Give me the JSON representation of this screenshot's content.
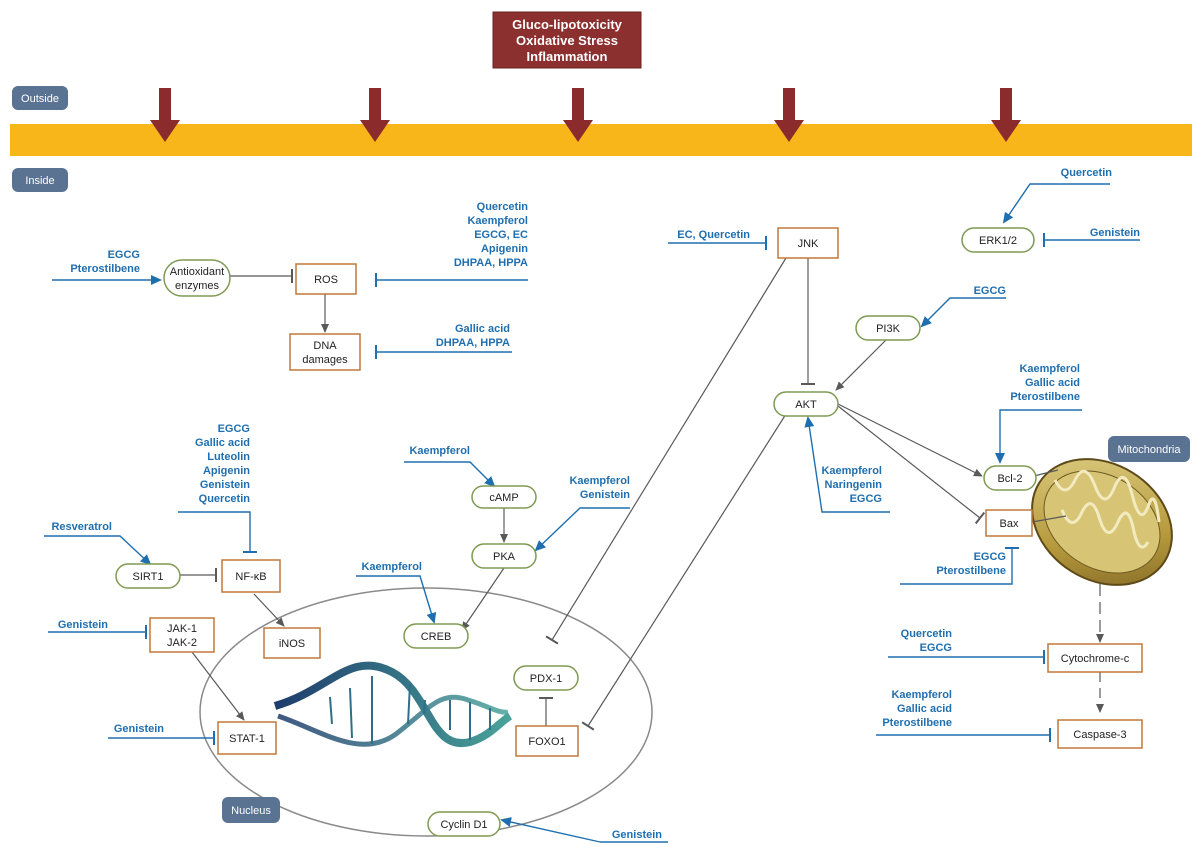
{
  "stress_box": {
    "line1": "Gluco-lipotoxicity",
    "line2": "Oxidative Stress",
    "line3": "Inflammation"
  },
  "labels": {
    "outside": "Outside",
    "inside": "Inside",
    "nucleus": "Nucleus",
    "mitochondria": "Mitochondria"
  },
  "nodes": {
    "antioxidant_1": "Antioxidant",
    "antioxidant_2": "enzymes",
    "ros": "ROS",
    "dna_1": "DNA",
    "dna_2": "damages",
    "jnk": "JNK",
    "erk": "ERK1/2",
    "pi3k": "PI3K",
    "akt": "AKT",
    "bcl2": "Bcl-2",
    "bax": "Bax",
    "camp": "cAMP",
    "pka": "PKA",
    "creb": "CREB",
    "sirt1": "SIRT1",
    "nfkb": "NF-κB",
    "jak_1": "JAK-1",
    "jak_2": "JAK-2",
    "inos": "iNOS",
    "stat1": "STAT-1",
    "pdx1": "PDX-1",
    "foxo1": "FOXO1",
    "cyclind1": "Cyclin D1",
    "cytc": "Cytochrome-c",
    "casp3": "Caspase-3"
  },
  "inhibitors": {
    "egcg_ptero": [
      "EGCG",
      "Pterostilbene"
    ],
    "ros_list": [
      "Quercetin",
      "Kaempferol",
      "EGCG, EC",
      "Apigenin",
      "DHPAA, HPPA"
    ],
    "dna_list": [
      "Gallic acid",
      "DHPAA, HPPA"
    ],
    "jnk_list": [
      "EC, Quercetin"
    ],
    "erk_quercetin": [
      "Quercetin"
    ],
    "erk_genistein": [
      "Genistein"
    ],
    "pi3k_egcg": [
      "EGCG"
    ],
    "bcl2_list": [
      "Kaempferol",
      "Gallic acid",
      "Pterostilbene"
    ],
    "akt_list": [
      "Kaempferol",
      "Naringenin",
      "EGCG"
    ],
    "bax_list": [
      "EGCG",
      "Pterostilbene"
    ],
    "nfkb_list": [
      "EGCG",
      "Gallic acid",
      "Luteolin",
      "Apigenin",
      "Genistein",
      "Quercetin"
    ],
    "camp_kaempferol": [
      "Kaempferol"
    ],
    "pka_list": [
      "Kaempferol",
      "Genistein"
    ],
    "creb_kaempferol": [
      "Kaempferol"
    ],
    "sirt_resveratrol": [
      "Resveratrol"
    ],
    "jak_genistein": [
      "Genistein"
    ],
    "stat_genistein": [
      "Genistein"
    ],
    "cytc_list": [
      "Quercetin",
      "EGCG"
    ],
    "casp_list": [
      "Kaempferol",
      "Gallic acid",
      "Pterostilbene"
    ],
    "cyclin_genistein": [
      "Genistein"
    ]
  },
  "colors": {
    "membrane": "#f9b61a",
    "arrow_red": "#8c2b2b",
    "stress_box": "#8c2f2f",
    "label_box": "#5a7393",
    "inhibitor_text": "#1f6fb0",
    "oval_stroke": "#7f9a52",
    "rect_stroke": "#c0793a",
    "connector": "#595959"
  }
}
